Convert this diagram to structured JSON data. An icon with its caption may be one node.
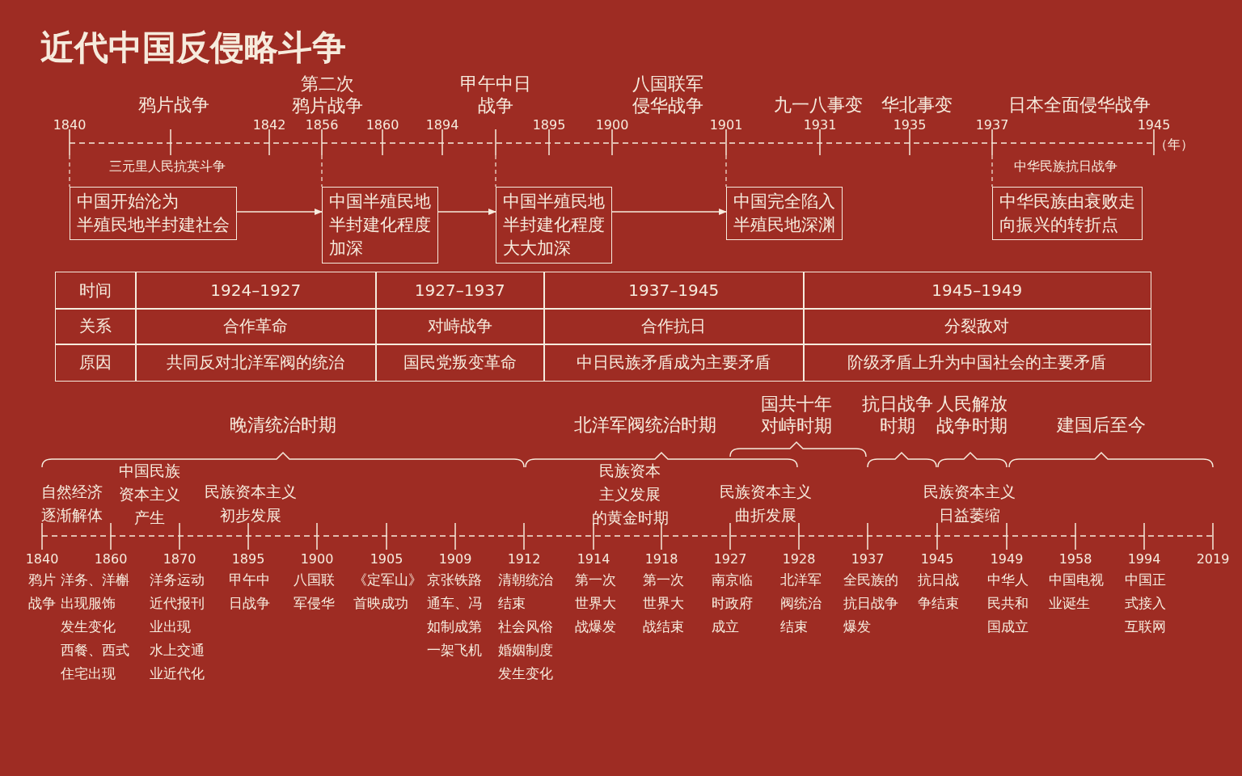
{
  "diagram": {
    "title": "近代中国反侵略斗争",
    "nodes": [
      {
        "text": [
          "中国开始沦为半殖民地半封建社会"
        ]
      },
      {
        "text": [
          "中国半殖民地半封建化程度加深"
        ]
      },
      {
        "text": [
          "中国半殖民地半封建化程度大大加深"
        ]
      },
      {
        "text": [
          "中国完全陷入半殖民地深渊"
        ]
      },
      {
        "text": [
          "中华民族由衰败走向振兴的转折点"
        ]
      }
    ],
    "edges": [
      {
        "from": 0,
        "to": 1,
        "arrow": "to"
      },
      {
        "from": 1,
        "to": 2,
        "arrow": "to"
      },
      {
        "from": 2,
        "to": 3,
        "arrow": "to"
      }
    ],
    "labels": [
      "鸦片战争",
      "第二次鸦片战争",
      "甲午中日战争",
      "八国联军侵华战争",
      "九一八事变",
      "华北事变",
      "日本全面侵华战争",
      "1840",
      "1842",
      "1856",
      "1860",
      "1894",
      "1895",
      "1900",
      "1901",
      "1931",
      "1935",
      "1937",
      "1945",
      "（年）",
      "三元里人民抗英斗争",
      "中华民族抗日战争",
      "时间",
      "1924–1927",
      "1927–1937",
      "1937–1945",
      "1945–1949",
      "关系",
      "合作革命",
      "对峙战争",
      "合作抗日",
      "分裂敌对",
      "原因",
      "共同反对北洋军阀的统治",
      "国民党叛变革命",
      "中日民族矛盾成为主要矛盾",
      "阶级矛盾上升为中国社会的主要矛盾",
      "晚清统治时期",
      "北洋军阀统治时期",
      "国共十年对峙时期",
      "抗日战争时期",
      "人民解放战争时期",
      "建国后至今",
      "自然经济逐渐解体",
      "中国民族资本主义产生",
      "民族资本主义初步发展",
      "民族资本主义发展的黄金时期",
      "民族资本主义曲折发展",
      "民族资本主义日益萎缩",
      "1840",
      "1860",
      "1870",
      "1895",
      "1900",
      "1905",
      "1909",
      "1912",
      "1914",
      "1918",
      "1927",
      "1928",
      "1937",
      "1945",
      "1949",
      "1958",
      "1994",
      "2019",
      "鸦片战争",
      "洋务、洋槲出现服饰发生变化西餐、西式住宅出现",
      "洋务运动近代报刊业出现水上交通业近代化",
      "甲午中日战争",
      "八国联军侵华",
      "《定军山》首映成功",
      "京张铁路通车、冯如制成第一架飞机",
      "清朝统治结束社会风俗婚姻制度发生变化",
      "第一次世界大战爆发",
      "第一次世界大战结束",
      "南京临时政府成立",
      "北洋军阀统治结束",
      "全民族的抗日战争爆发",
      "抗日战争结束",
      "中华人民共和国成立",
      "中国电视业诞生",
      "中国正式接入互联网"
    ]
  }
}
